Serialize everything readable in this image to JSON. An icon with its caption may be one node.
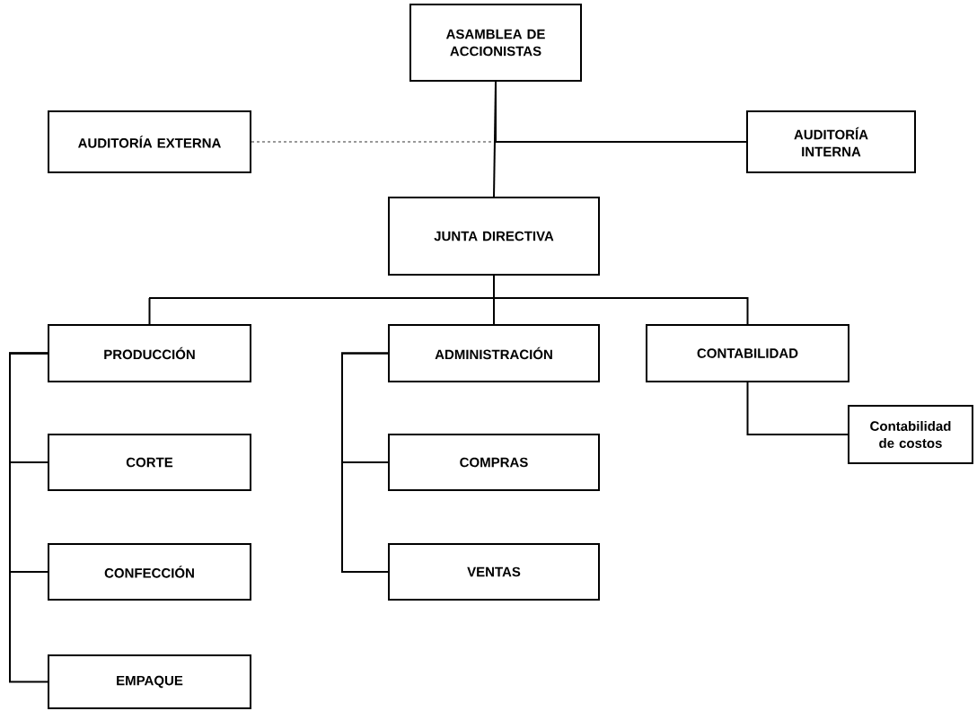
{
  "diagram": {
    "nodes": [
      {
        "text": [
          "ASAMBLEA DE ACCIONISTAS"
        ]
      },
      {
        "text": [
          "AUDITORÍA EXTERNA"
        ]
      },
      {
        "text": [
          "AUDITORÍA INTERNA"
        ]
      },
      {
        "text": [
          "JUNTA DIRECTIVA"
        ]
      },
      {
        "text": [
          "PRODUCCIÓN"
        ]
      },
      {
        "text": [
          "ADMINISTRACIÓN"
        ]
      },
      {
        "text": [
          "CONTABILIDAD"
        ]
      },
      {
        "text": [
          "Contabilidad de costos"
        ]
      },
      {
        "text": [
          "CORTE"
        ]
      },
      {
        "text": [
          "COMPRAS"
        ]
      },
      {
        "text": [
          "CONFECCIÓN"
        ]
      },
      {
        "text": [
          "VENTAS"
        ]
      },
      {
        "text": [
          "EMPAQUE"
        ]
      }
    ],
    "edges": [
      {
        "from": 0,
        "to": 3,
        "arrow": "none"
      },
      {
        "from": 0,
        "to": 1,
        "arrow": "none",
        "style": "dashed"
      },
      {
        "from": 0,
        "to": 2,
        "arrow": "none"
      },
      {
        "from": 3,
        "to": 4,
        "arrow": "none"
      },
      {
        "from": 3,
        "to": 5,
        "arrow": "none"
      },
      {
        "from": 3,
        "to": 6,
        "arrow": "none"
      },
      {
        "from": 4,
        "to": 8,
        "arrow": "none"
      },
      {
        "from": 4,
        "to": 10,
        "arrow": "none"
      },
      {
        "from": 4,
        "to": 12,
        "arrow": "none"
      },
      {
        "from": 5,
        "to": 9,
        "arrow": "none"
      },
      {
        "from": 5,
        "to": 11,
        "arrow": "none"
      },
      {
        "from": 6,
        "to": 7,
        "arrow": "none"
      }
    ]
  }
}
